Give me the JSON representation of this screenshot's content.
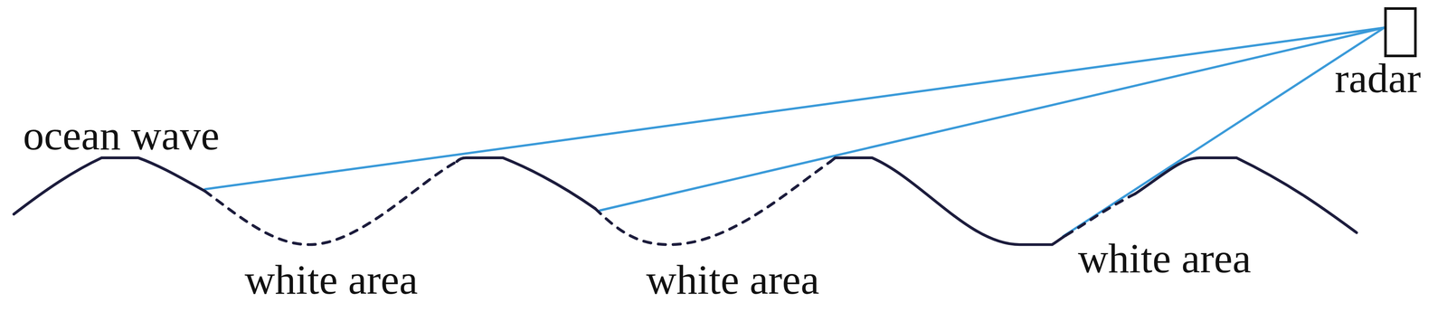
{
  "diagram": {
    "nodes": [
      {
        "text": [
          "radar"
        ]
      }
    ],
    "labels": [
      "ocean wave",
      "white area",
      "white area",
      "white area"
    ]
  }
}
